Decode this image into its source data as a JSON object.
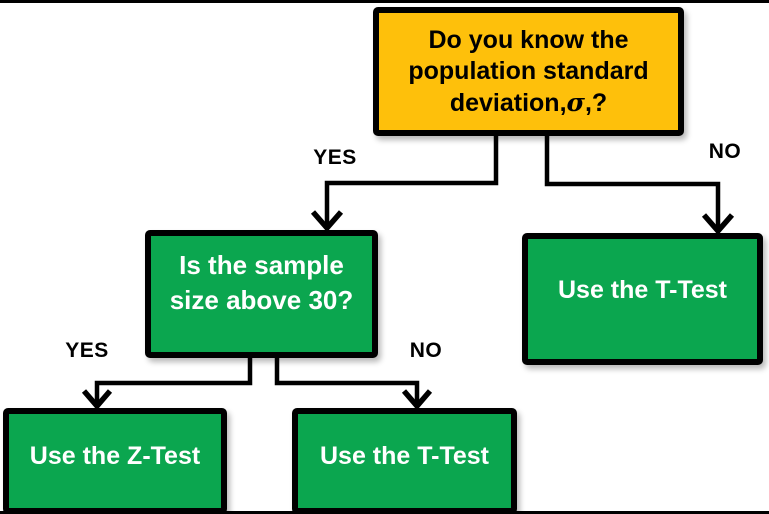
{
  "colors": {
    "background": "#ffffff",
    "decision_box_fill": "#fec00b",
    "result_box_fill": "#0ba64f",
    "box_border": "#000000",
    "decision_text": "#000000",
    "result_text": "#ffffff",
    "connector": "#000000",
    "edge_label_text": "#000000"
  },
  "nodes": {
    "root_question": {
      "line1": "Do you know the",
      "line2": "population standard",
      "line3_prefix": "deviation,",
      "line3_sigma": "σ",
      "line3_suffix": ",?"
    },
    "sample_size_question": {
      "line1": "Is the sample",
      "line2": "size above 30?"
    },
    "t_test_right": {
      "label": "Use the T-Test"
    },
    "z_test": {
      "label": "Use the Z-Test"
    },
    "t_test_bottom": {
      "label": "Use the T-Test"
    }
  },
  "edges": {
    "root_yes": {
      "label": "YES"
    },
    "root_no": {
      "label": "NO"
    },
    "sample_yes": {
      "label": "YES"
    },
    "sample_no": {
      "label": "NO"
    }
  }
}
